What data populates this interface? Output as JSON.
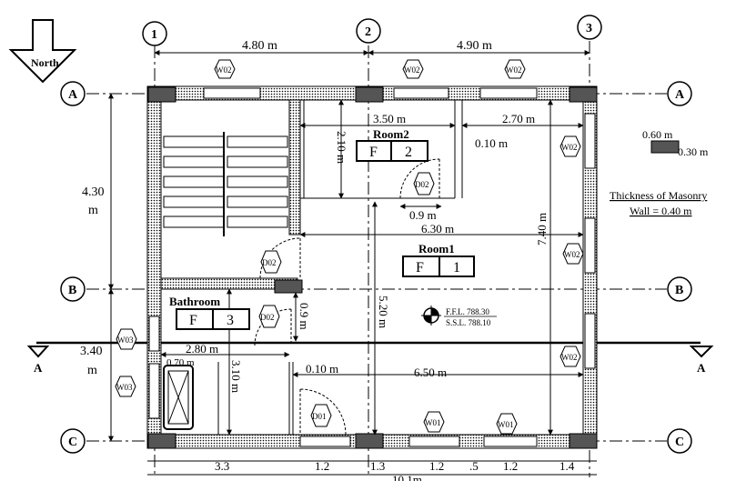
{
  "compass": {
    "label": "North"
  },
  "grid": {
    "columns": [
      "1",
      "2",
      "3"
    ],
    "rows": [
      "A",
      "B",
      "C"
    ]
  },
  "section_marker": {
    "left": "A",
    "right": "A"
  },
  "dimensions": {
    "top_1_2": "4.80 m",
    "top_2_3": "4.90 m",
    "left_A_B_line1": "4.30",
    "left_A_B_line2": "m",
    "left_B_C_line1": "3.40",
    "left_B_C_line2": "m",
    "room2_width": "3.50 m",
    "room2_height": "2.10 m",
    "room2_right": "2.70 m",
    "room2_offset": "0.10 m",
    "door_width": "0.9 m",
    "room1_width": "6.30 m",
    "room1_height": "7.40 m",
    "center_height": "5.20 m",
    "bath_door_height": "0.9 m",
    "bath_width": "2.80 m",
    "bath_height": "3.10 m",
    "bath_tub": "0.70 m",
    "lower_offset": "0.10 m",
    "lower_width": "6.50 m",
    "bottom_1": "3.3",
    "bottom_2": "1.2",
    "bottom_3": "1.3",
    "bottom_4": "1.2",
    "bottom_5": ".5",
    "bottom_6": "1.2",
    "bottom_7": "1.4",
    "bottom_total": "10.1m"
  },
  "rooms": {
    "room2": {
      "name": "Room2",
      "floor": "F",
      "number": "2"
    },
    "room1": {
      "name": "Room1",
      "floor": "F",
      "number": "1"
    },
    "bathroom": {
      "name": "Bathroom",
      "floor": "F",
      "number": "3"
    }
  },
  "tags": {
    "windows": [
      "W02",
      "W02",
      "W02",
      "W02",
      "W02",
      "W02",
      "W03",
      "W03",
      "W01",
      "W01"
    ],
    "doors": [
      "D02",
      "D02",
      "D02",
      "D01"
    ]
  },
  "levels": {
    "ffl": "F.F.L. 788.30",
    "ssl": "S.S.L. 788.10"
  },
  "legend": {
    "column_width": "0.60 m",
    "column_depth": "0.30 m",
    "masonry_line1": "Thickness of Masonry",
    "masonry_line2": "Wall = 0.40 m"
  },
  "colors": {
    "column": "#555555",
    "line": "#000000",
    "wall_hatch": "#000000"
  }
}
